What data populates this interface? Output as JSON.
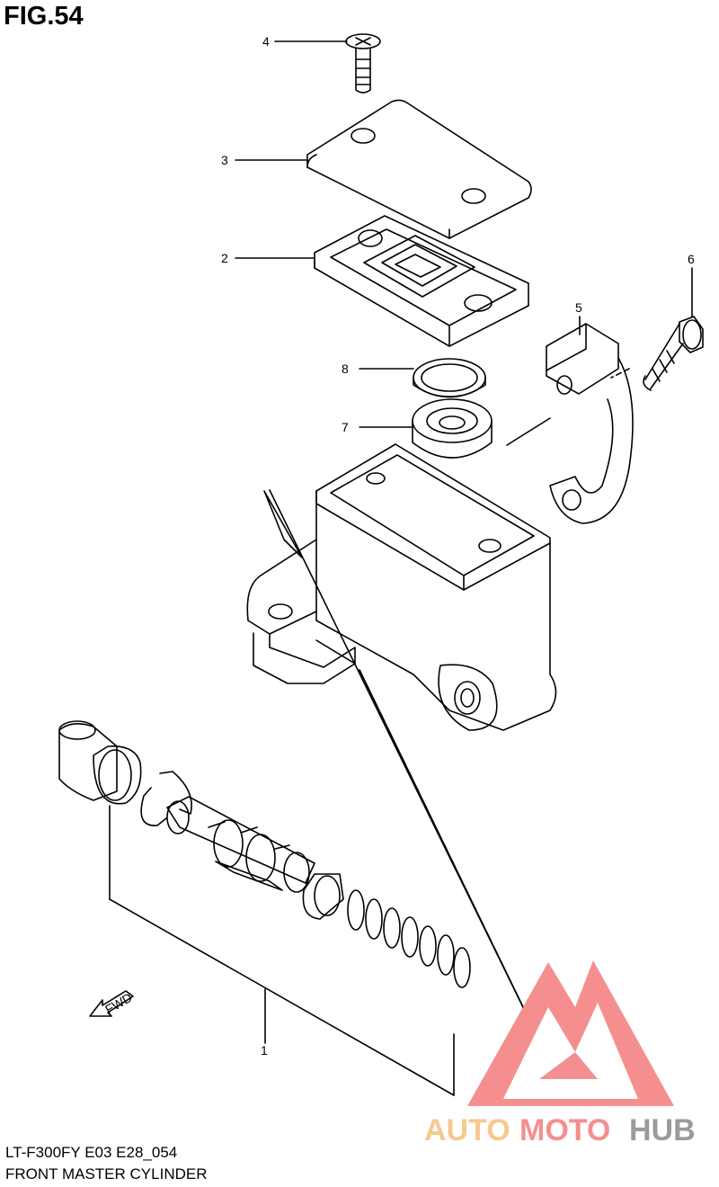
{
  "figure": {
    "title": "FIG.54",
    "model_code": "LT-F300FY E03 E28_054",
    "section_name": "FRONT MASTER CYLINDER"
  },
  "callouts": [
    {
      "id": "1",
      "label": "1"
    },
    {
      "id": "2",
      "label": "2"
    },
    {
      "id": "3",
      "label": "3"
    },
    {
      "id": "4",
      "label": "4"
    },
    {
      "id": "5",
      "label": "5"
    },
    {
      "id": "6",
      "label": "6"
    },
    {
      "id": "7",
      "label": "7"
    },
    {
      "id": "8",
      "label": "8"
    }
  ],
  "fwd_arrow": {
    "label": "FWD"
  },
  "watermark": {
    "part1": "AUTO",
    "part2": "MOTO",
    "part3": "HUB",
    "colors": {
      "gold": "#f5c07a",
      "red": "#f47c7c",
      "gray": "#8a8a8a"
    }
  }
}
